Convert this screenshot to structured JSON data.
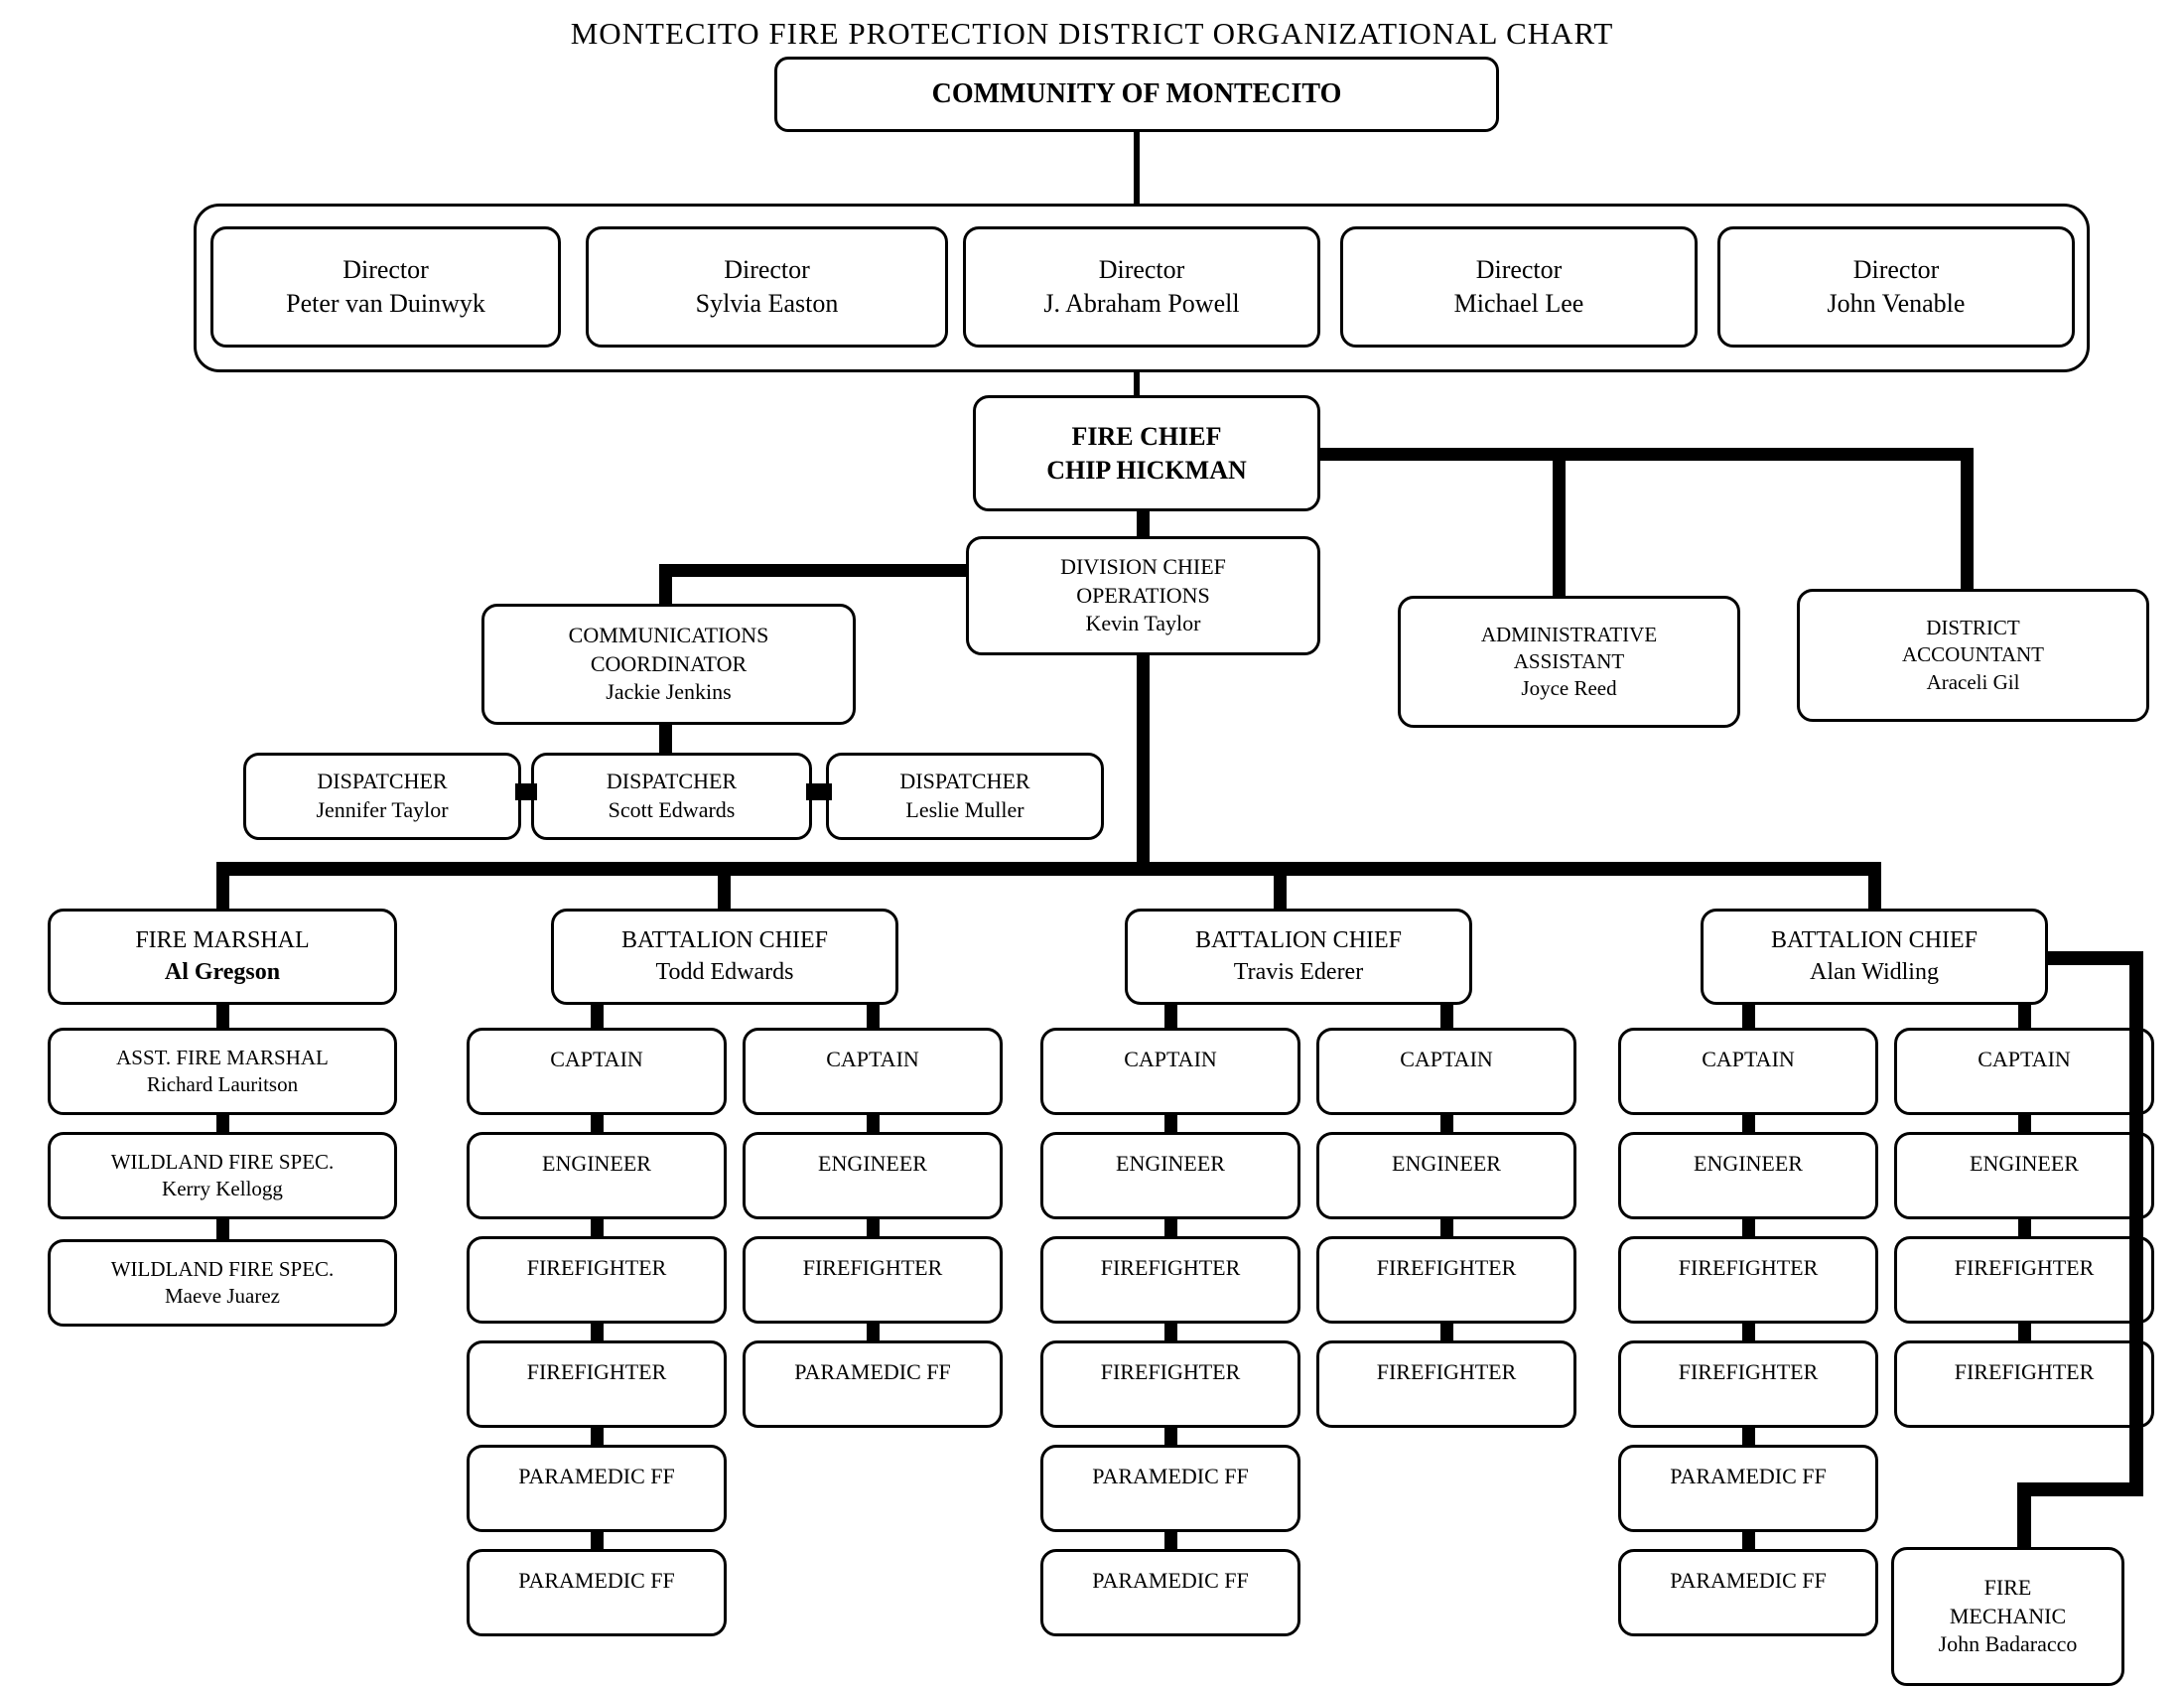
{
  "title": "MONTECITO FIRE PROTECTION DISTRICT ORGANIZATIONAL CHART",
  "colors": {
    "line": "#000000",
    "box_border": "#000000",
    "box_bg": "#ffffff",
    "text": "#000000"
  },
  "org": {
    "community": "COMMUNITY OF MONTECITO",
    "directors": [
      {
        "title": "Director",
        "name": "Peter van Duinwyk"
      },
      {
        "title": "Director",
        "name": "Sylvia Easton"
      },
      {
        "title": "Director",
        "name": "J. Abraham Powell"
      },
      {
        "title": "Director",
        "name": "Michael Lee"
      },
      {
        "title": "Director",
        "name": "John Venable"
      }
    ],
    "fire_chief": {
      "title": "FIRE CHIEF",
      "name": "CHIP HICKMAN"
    },
    "division_chief": {
      "title": "DIVISION CHIEF\nOPERATIONS",
      "name": "Kevin Taylor"
    },
    "admin_assistant": {
      "title": "ADMINISTRATIVE\nASSISTANT",
      "name": "Joyce Reed"
    },
    "district_accountant": {
      "title": "DISTRICT\nACCOUNTANT",
      "name": "Araceli Gil"
    },
    "communications_coordinator": {
      "title": "COMMUNICATIONS\nCOORDINATOR",
      "name": "Jackie Jenkins"
    },
    "dispatchers": [
      {
        "title": "DISPATCHER",
        "name": "Jennifer Taylor"
      },
      {
        "title": "DISPATCHER",
        "name": "Scott Edwards"
      },
      {
        "title": "DISPATCHER",
        "name": "Leslie Muller"
      }
    ],
    "fire_marshal": {
      "title": "FIRE MARSHAL",
      "name": "Al Gregson"
    },
    "fire_marshal_reports": [
      {
        "title": "ASST. FIRE MARSHAL",
        "name": "Richard Lauritson"
      },
      {
        "title": "WILDLAND FIRE SPEC.",
        "name": "Kerry Kellogg"
      },
      {
        "title": "WILDLAND FIRE SPEC.",
        "name": "Maeve Juarez"
      }
    ],
    "battalions": [
      {
        "title": "BATTALION CHIEF",
        "name": "Todd Edwards",
        "left": [
          "CAPTAIN",
          "ENGINEER",
          "FIREFIGHTER",
          "FIREFIGHTER",
          "PARAMEDIC FF",
          "PARAMEDIC FF"
        ],
        "right": [
          "CAPTAIN",
          "ENGINEER",
          "FIREFIGHTER",
          "PARAMEDIC FF"
        ]
      },
      {
        "title": "BATTALION CHIEF",
        "name": "Travis Ederer",
        "left": [
          "CAPTAIN",
          "ENGINEER",
          "FIREFIGHTER",
          "FIREFIGHTER",
          "PARAMEDIC FF",
          "PARAMEDIC FF"
        ],
        "right": [
          "CAPTAIN",
          "ENGINEER",
          "FIREFIGHTER",
          "FIREFIGHTER"
        ]
      },
      {
        "title": "BATTALION CHIEF",
        "name": "Alan Widling",
        "left": [
          "CAPTAIN",
          "ENGINEER",
          "FIREFIGHTER",
          "FIREFIGHTER",
          "PARAMEDIC FF",
          "PARAMEDIC FF"
        ],
        "right": [
          "CAPTAIN",
          "ENGINEER",
          "FIREFIGHTER",
          "FIREFIGHTER"
        ]
      }
    ],
    "fire_mechanic": {
      "title": "FIRE\nMECHANIC",
      "name": "John Badaracco"
    }
  }
}
